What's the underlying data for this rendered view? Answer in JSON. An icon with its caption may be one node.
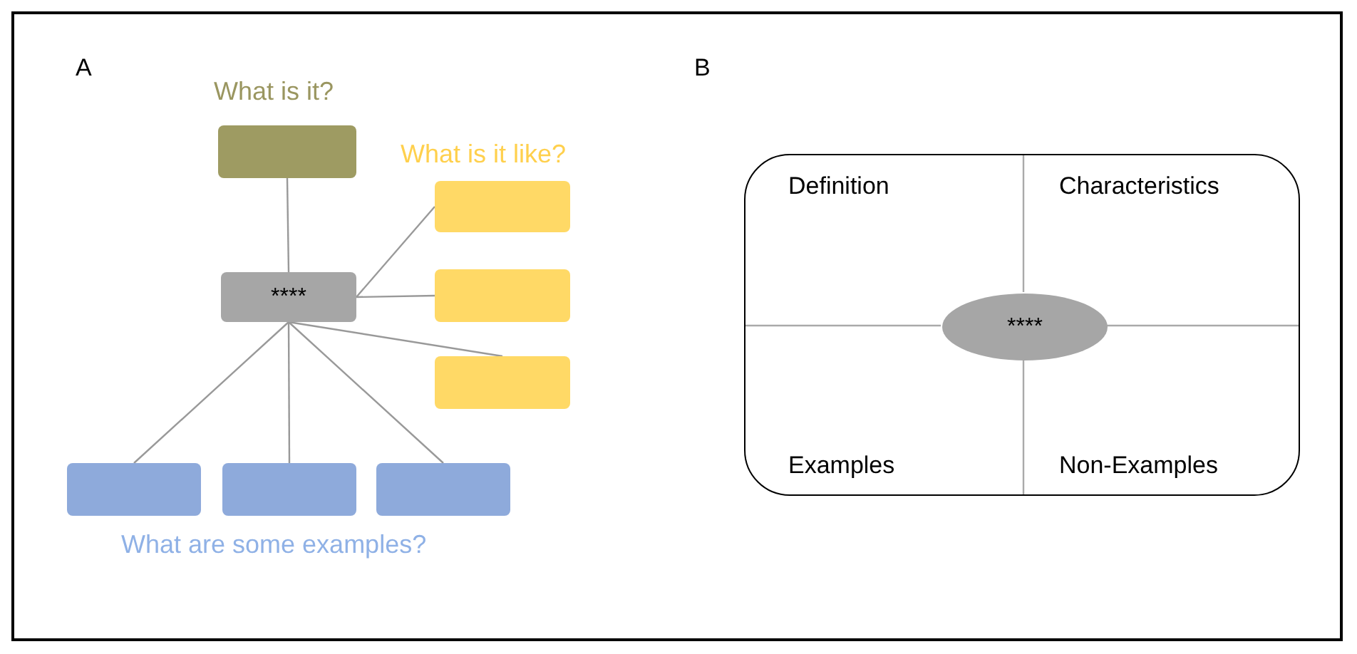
{
  "diagram": {
    "nodes": [
      {
        "text": [],
        "shape": "box"
      },
      {
        "text": [
          "****"
        ]
      },
      {
        "text": [],
        "shape": "box"
      },
      {
        "text": [],
        "shape": "box"
      },
      {
        "text": [],
        "shape": "box"
      },
      {
        "text": [],
        "shape": "box"
      },
      {
        "text": [],
        "shape": "box"
      },
      {
        "text": [],
        "shape": "box"
      },
      {
        "text": [
          "Definition",
          "Characteristics",
          "Examples",
          "Non-Examples"
        ]
      },
      {
        "text": [
          "****"
        ],
        "in": 8
      }
    ],
    "edges": [
      {
        "from": 0,
        "to": 1,
        "arrow": "none"
      },
      {
        "from": 1,
        "to": 2,
        "arrow": "none"
      },
      {
        "from": 1,
        "to": 3,
        "arrow": "none"
      },
      {
        "from": 1,
        "to": 4,
        "arrow": "none"
      },
      {
        "from": 1,
        "to": 5,
        "arrow": "none"
      },
      {
        "from": 1,
        "to": 6,
        "arrow": "none"
      },
      {
        "from": 1,
        "to": 7,
        "arrow": "none"
      }
    ],
    "labels": [
      "A",
      "B",
      "What is it?",
      "What is it like?",
      "What are some examples?"
    ]
  }
}
